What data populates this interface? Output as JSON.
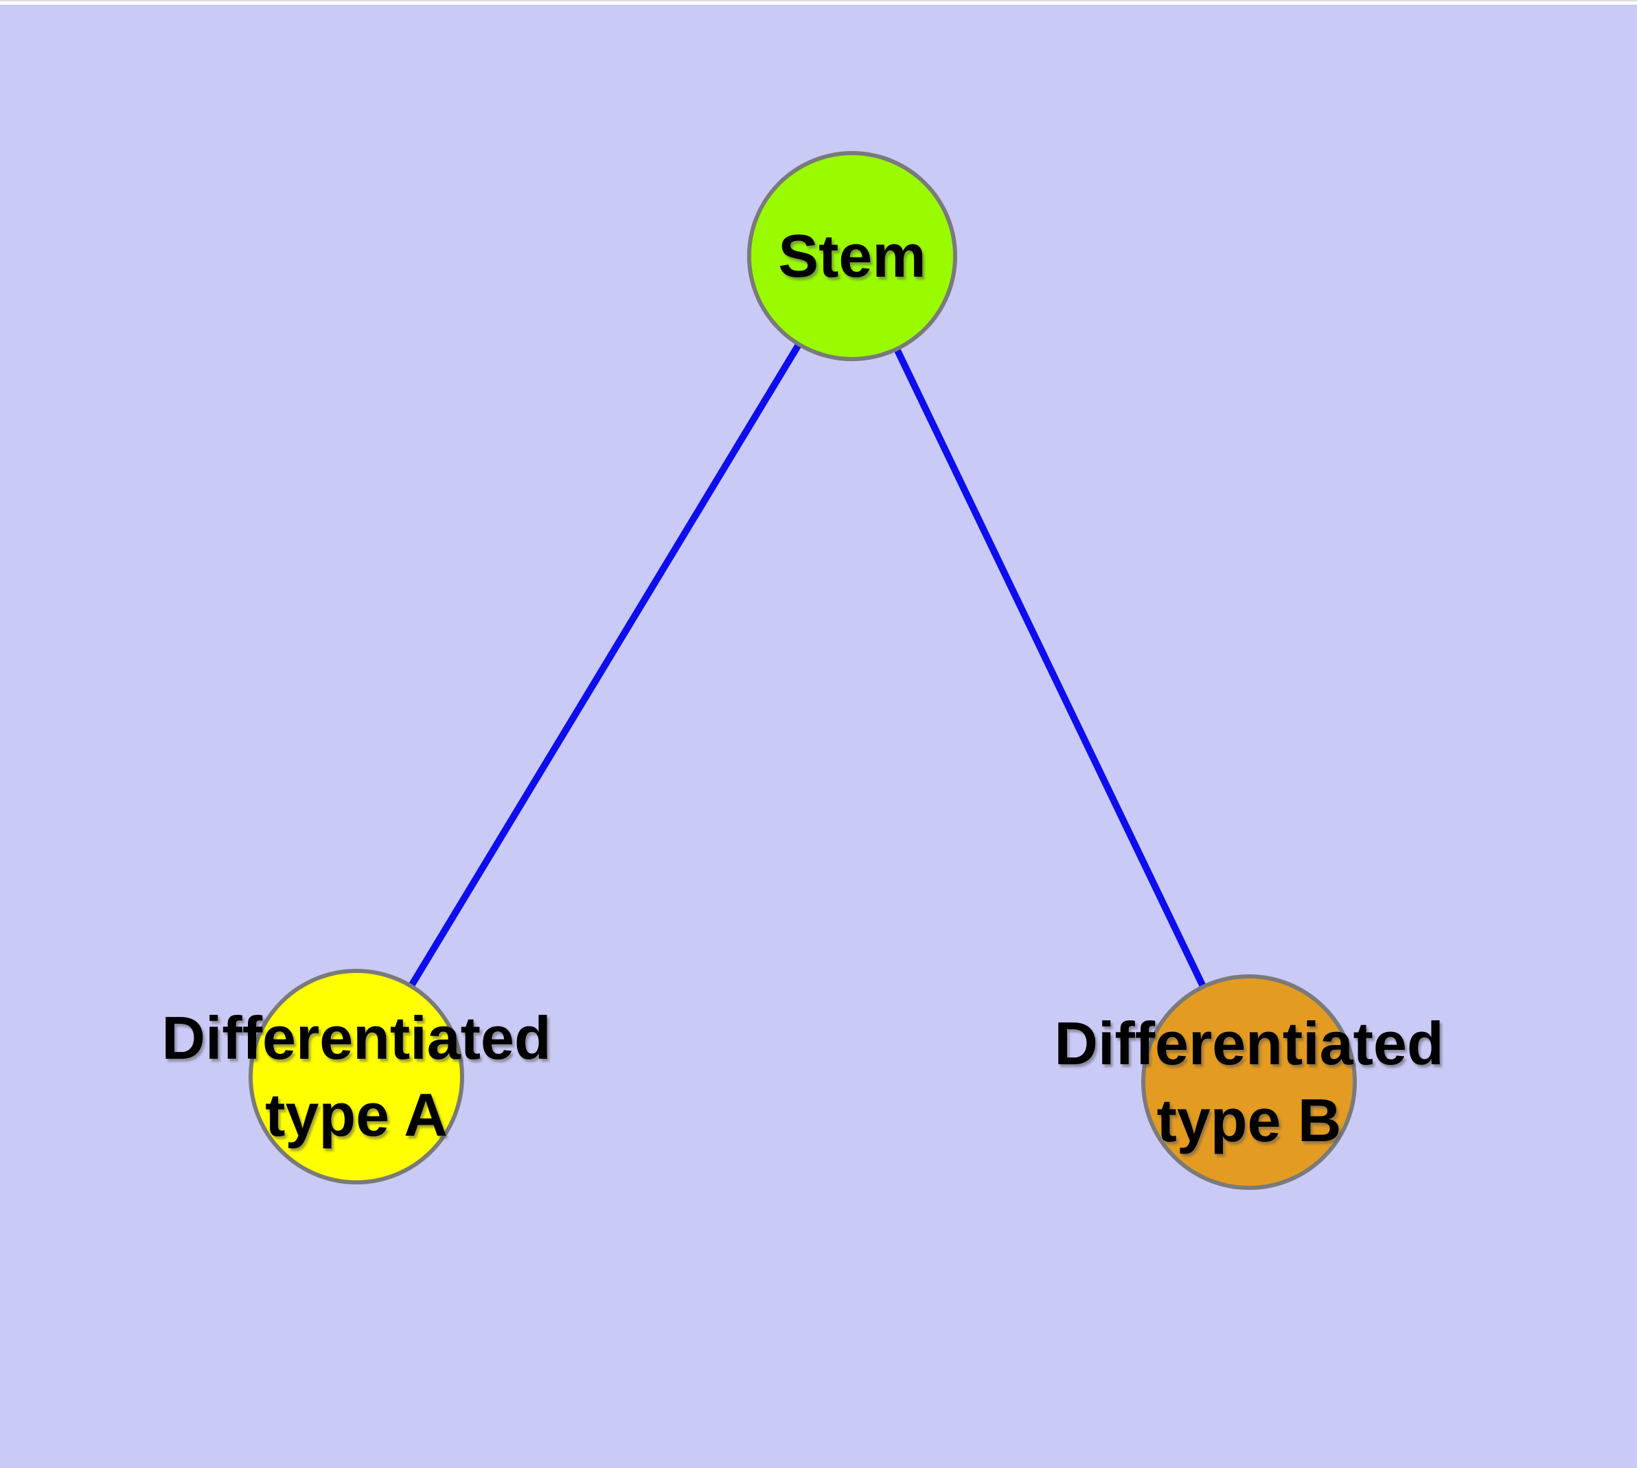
{
  "graph": {
    "background_color": "#cacaf6",
    "node_border_color": "#7a7a7a",
    "edge_color": "#0d0dee",
    "label_color": "#000000",
    "nodes": [
      {
        "id": "stem",
        "label": "Stem",
        "color": "#9afb00"
      },
      {
        "id": "differentiated-type-a",
        "label": "Differentiated\ntype A",
        "color": "#ffff00"
      },
      {
        "id": "differentiated-type-b",
        "label": "Differentiated\ntype B",
        "color": "#e49b21"
      }
    ],
    "edges": [
      {
        "from": "Stem",
        "to": "Differentiated type A"
      },
      {
        "from": "Stem",
        "to": "Differentiated type B"
      }
    ]
  }
}
